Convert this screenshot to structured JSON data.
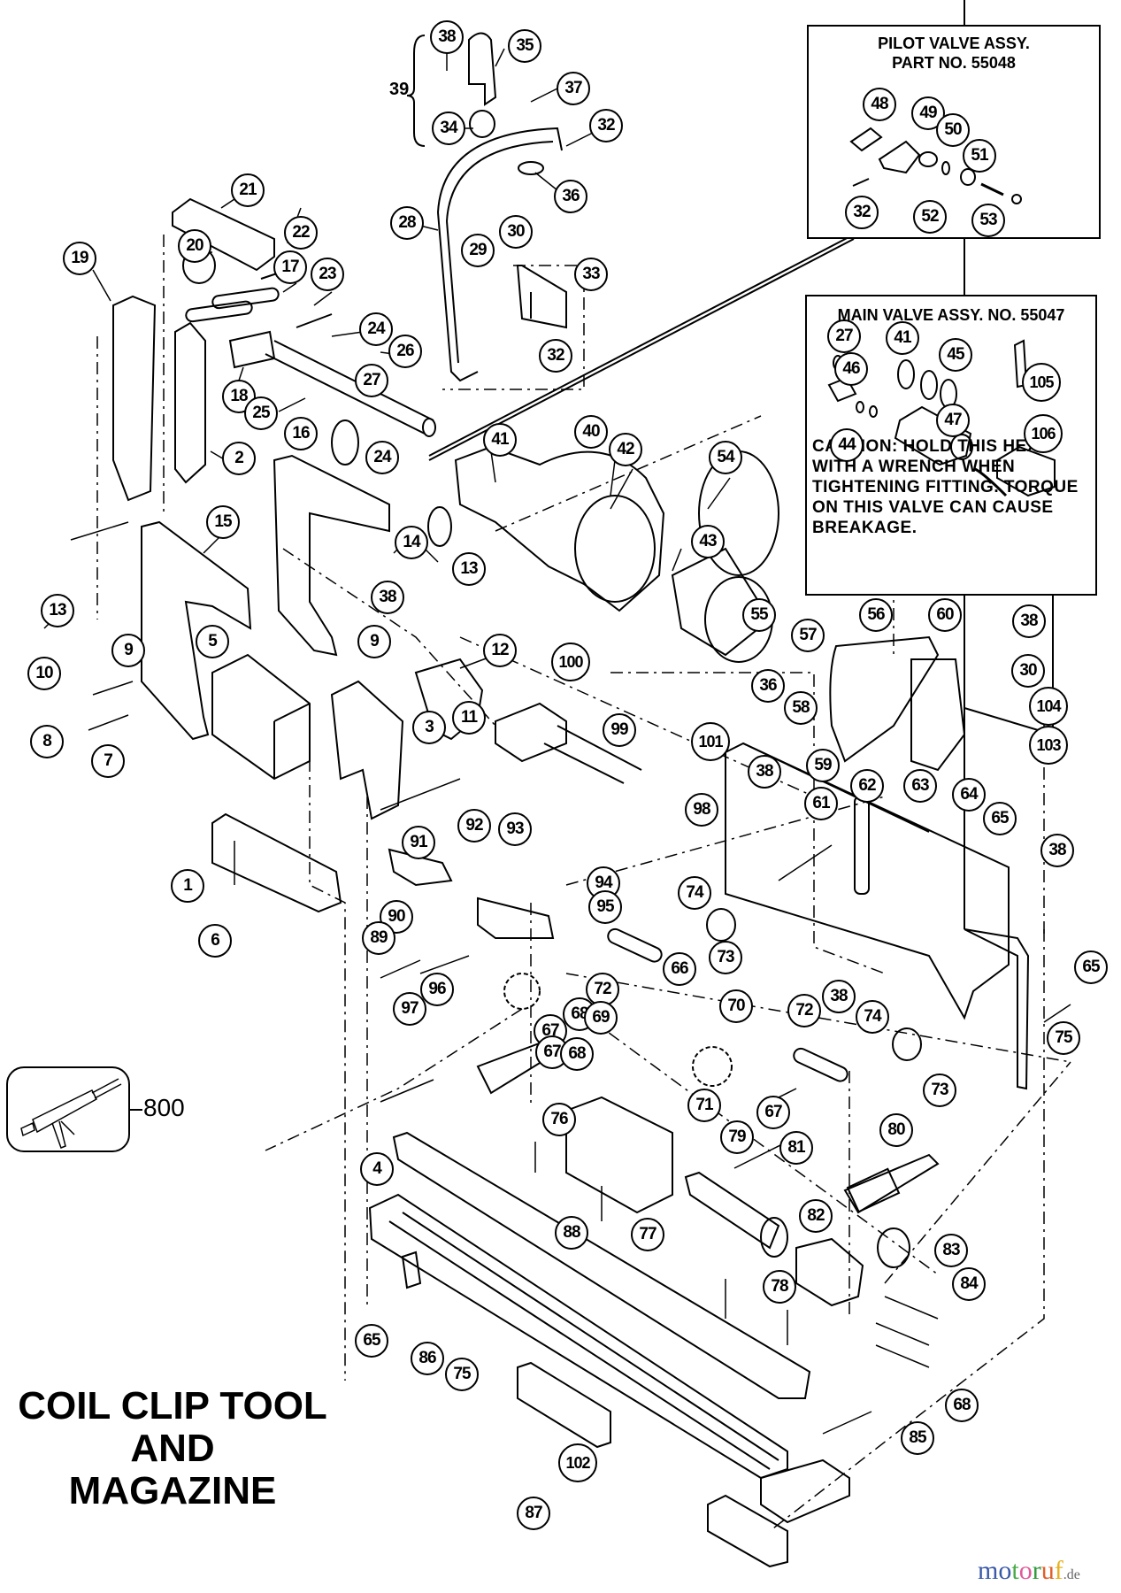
{
  "title": "COIL CLIP TOOL\nAND\nMAGAZINE",
  "pilot_valve_inset": {
    "title": "PILOT VALVE ASSY.\nPART NO. 55048",
    "callouts": [
      "48",
      "49",
      "50",
      "51",
      "32",
      "52",
      "53"
    ]
  },
  "main_valve_inset": {
    "title": "MAIN VALVE ASSY. NO. 55047",
    "callouts": [
      "27",
      "41",
      "45",
      "46",
      "105",
      "44",
      "47",
      "106"
    ],
    "caution": "CAUTION: HOLD THIS HEX\nWITH A WRENCH WHEN\nTIGHTENING FITTING. TORQUE\nON THIS VALVE CAN CAUSE\nBREAKAGE."
  },
  "accessory": {
    "label": "800",
    "icon": "caulk-gun-icon"
  },
  "group_label": "39",
  "callouts": [
    "38",
    "35",
    "37",
    "34",
    "32",
    "36",
    "28",
    "21",
    "22",
    "20",
    "19",
    "17",
    "23",
    "29",
    "30",
    "33",
    "24",
    "26",
    "27",
    "32",
    "18",
    "25",
    "2",
    "16",
    "24",
    "41",
    "40",
    "42",
    "54",
    "15",
    "14",
    "13",
    "13",
    "43",
    "38",
    "9",
    "12",
    "5",
    "9",
    "10",
    "8",
    "7",
    "3",
    "11",
    "100",
    "99",
    "55",
    "56",
    "60",
    "38",
    "30",
    "57",
    "104",
    "36",
    "58",
    "103",
    "101",
    "38",
    "59",
    "61",
    "62",
    "63",
    "64",
    "65",
    "98",
    "1",
    "6",
    "91",
    "92",
    "93",
    "94",
    "95",
    "38",
    "90",
    "89",
    "74",
    "73",
    "66",
    "65",
    "97",
    "96",
    "72",
    "68",
    "67",
    "69",
    "70",
    "38",
    "72",
    "74",
    "67",
    "68",
    "71",
    "73",
    "75",
    "76",
    "67",
    "79",
    "80",
    "81",
    "4",
    "88",
    "82",
    "77",
    "83",
    "78",
    "84",
    "65",
    "86",
    "75",
    "68",
    "102",
    "85",
    "87"
  ],
  "watermark": {
    "letters": [
      "m",
      "o",
      "t",
      "o",
      "r",
      "u",
      "f"
    ],
    "suffix": ".de",
    "colors": [
      "#3a5aa8",
      "#3a5aa8",
      "#4aa84a",
      "#e05a9a",
      "#2f9a3a",
      "#e0602a",
      "#e8b020"
    ]
  }
}
